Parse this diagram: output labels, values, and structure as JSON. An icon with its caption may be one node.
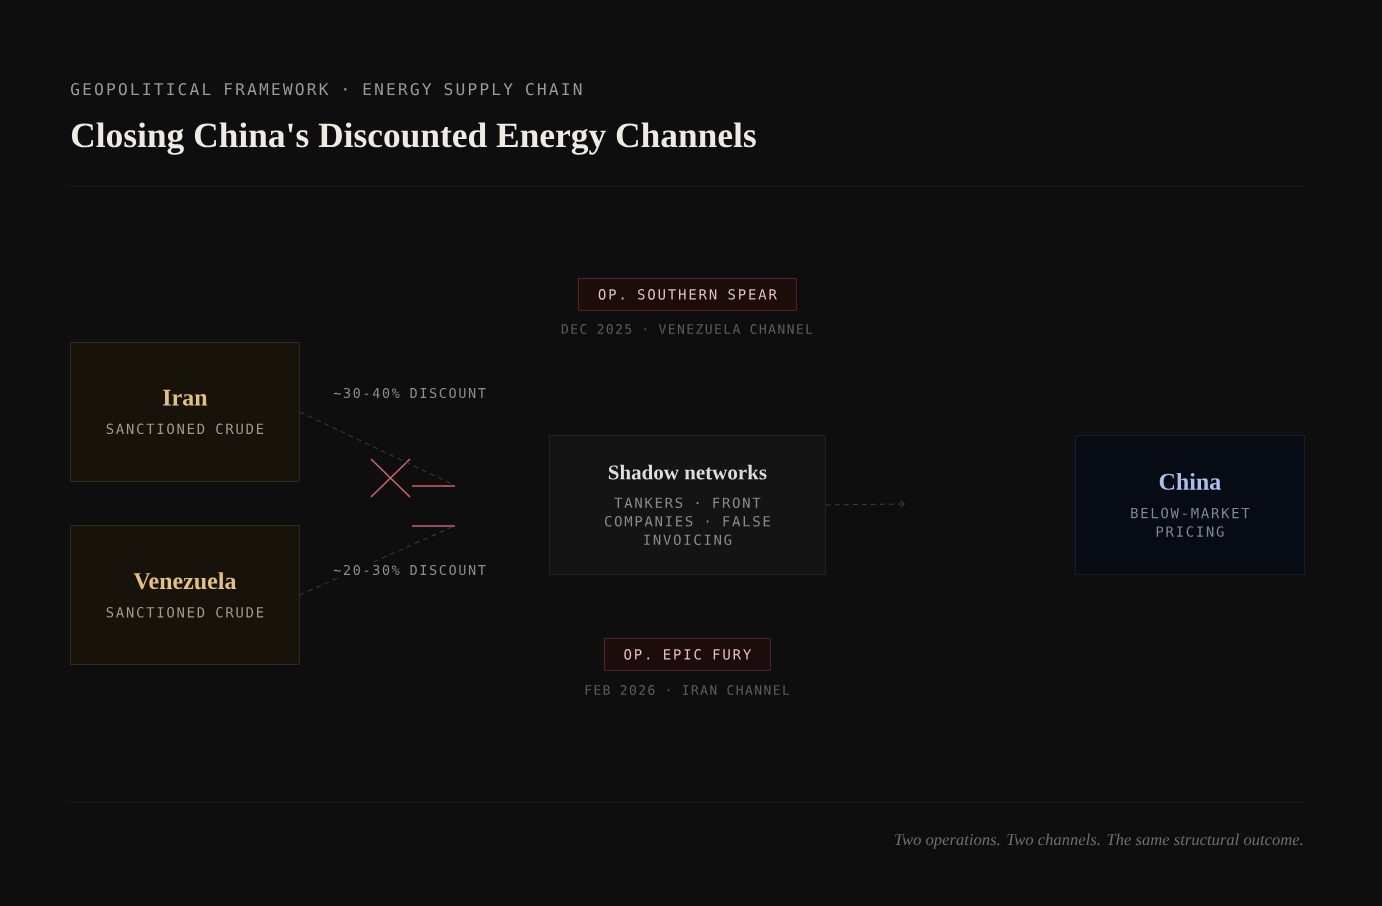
{
  "diagram": {
    "title": "Closing China's Discounted Energy Channels",
    "caption": "Two operations. Two channels. The same structural outcome.",
    "nodes": [
      {
        "text": [
          "Iran",
          "SANCTIONED CRUDE"
        ]
      },
      {
        "text": [
          "Venezuela",
          "SANCTIONED CRUDE"
        ]
      },
      {
        "text": [
          "Shadow networks",
          "TANKERS · FRONT COMPANIES · FALSE INVOICING"
        ]
      },
      {
        "text": [
          "China",
          "BELOW-MARKET PRICING"
        ]
      },
      {
        "text": [
          "OP. SOUTHERN SPEAR"
        ],
        "beside": [
          "DEC 2025 · VENEZUELA CHANNEL"
        ]
      },
      {
        "text": [
          "OP. EPIC FURY"
        ],
        "beside": [
          "FEB 2026 · IRAN CHANNEL"
        ]
      }
    ],
    "edges": [
      {
        "from": 0,
        "to": null,
        "arrow": "none",
        "label": "~30-40% DISCOUNT",
        "style": "dashed"
      },
      {
        "from": 1,
        "to": null,
        "arrow": "none",
        "label": "~20-30% DISCOUNT",
        "style": "dashed"
      },
      {
        "from": 2,
        "to": null,
        "arrow": "to",
        "style": "dashed"
      }
    ],
    "labels": [
      "GEOPOLITICAL FRAMEWORK · ENERGY SUPPLY CHAIN"
    ]
  }
}
